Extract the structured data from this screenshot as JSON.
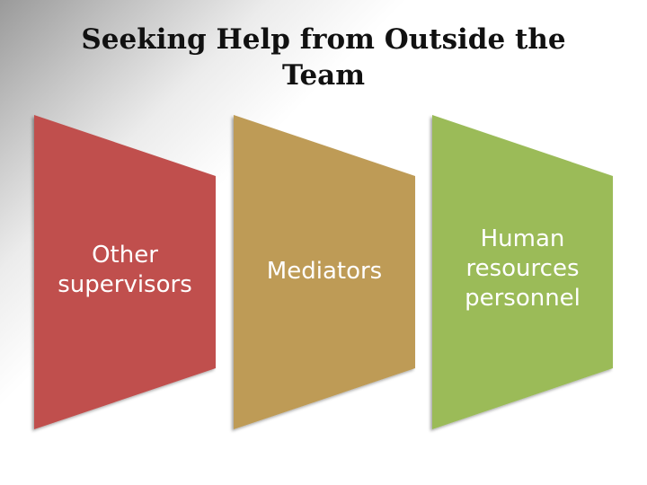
{
  "slide": {
    "title_line1": "Seeking Help from Outside the",
    "title_line2": "Team"
  },
  "panels": [
    {
      "label_lines": [
        "Other",
        "supervisors"
      ],
      "color": "#C0504D"
    },
    {
      "label_lines": [
        "Mediators"
      ],
      "color": "#BE9B56"
    },
    {
      "label_lines": [
        "Human",
        "resources",
        "personnel"
      ],
      "color": "#9BBB59"
    }
  ]
}
